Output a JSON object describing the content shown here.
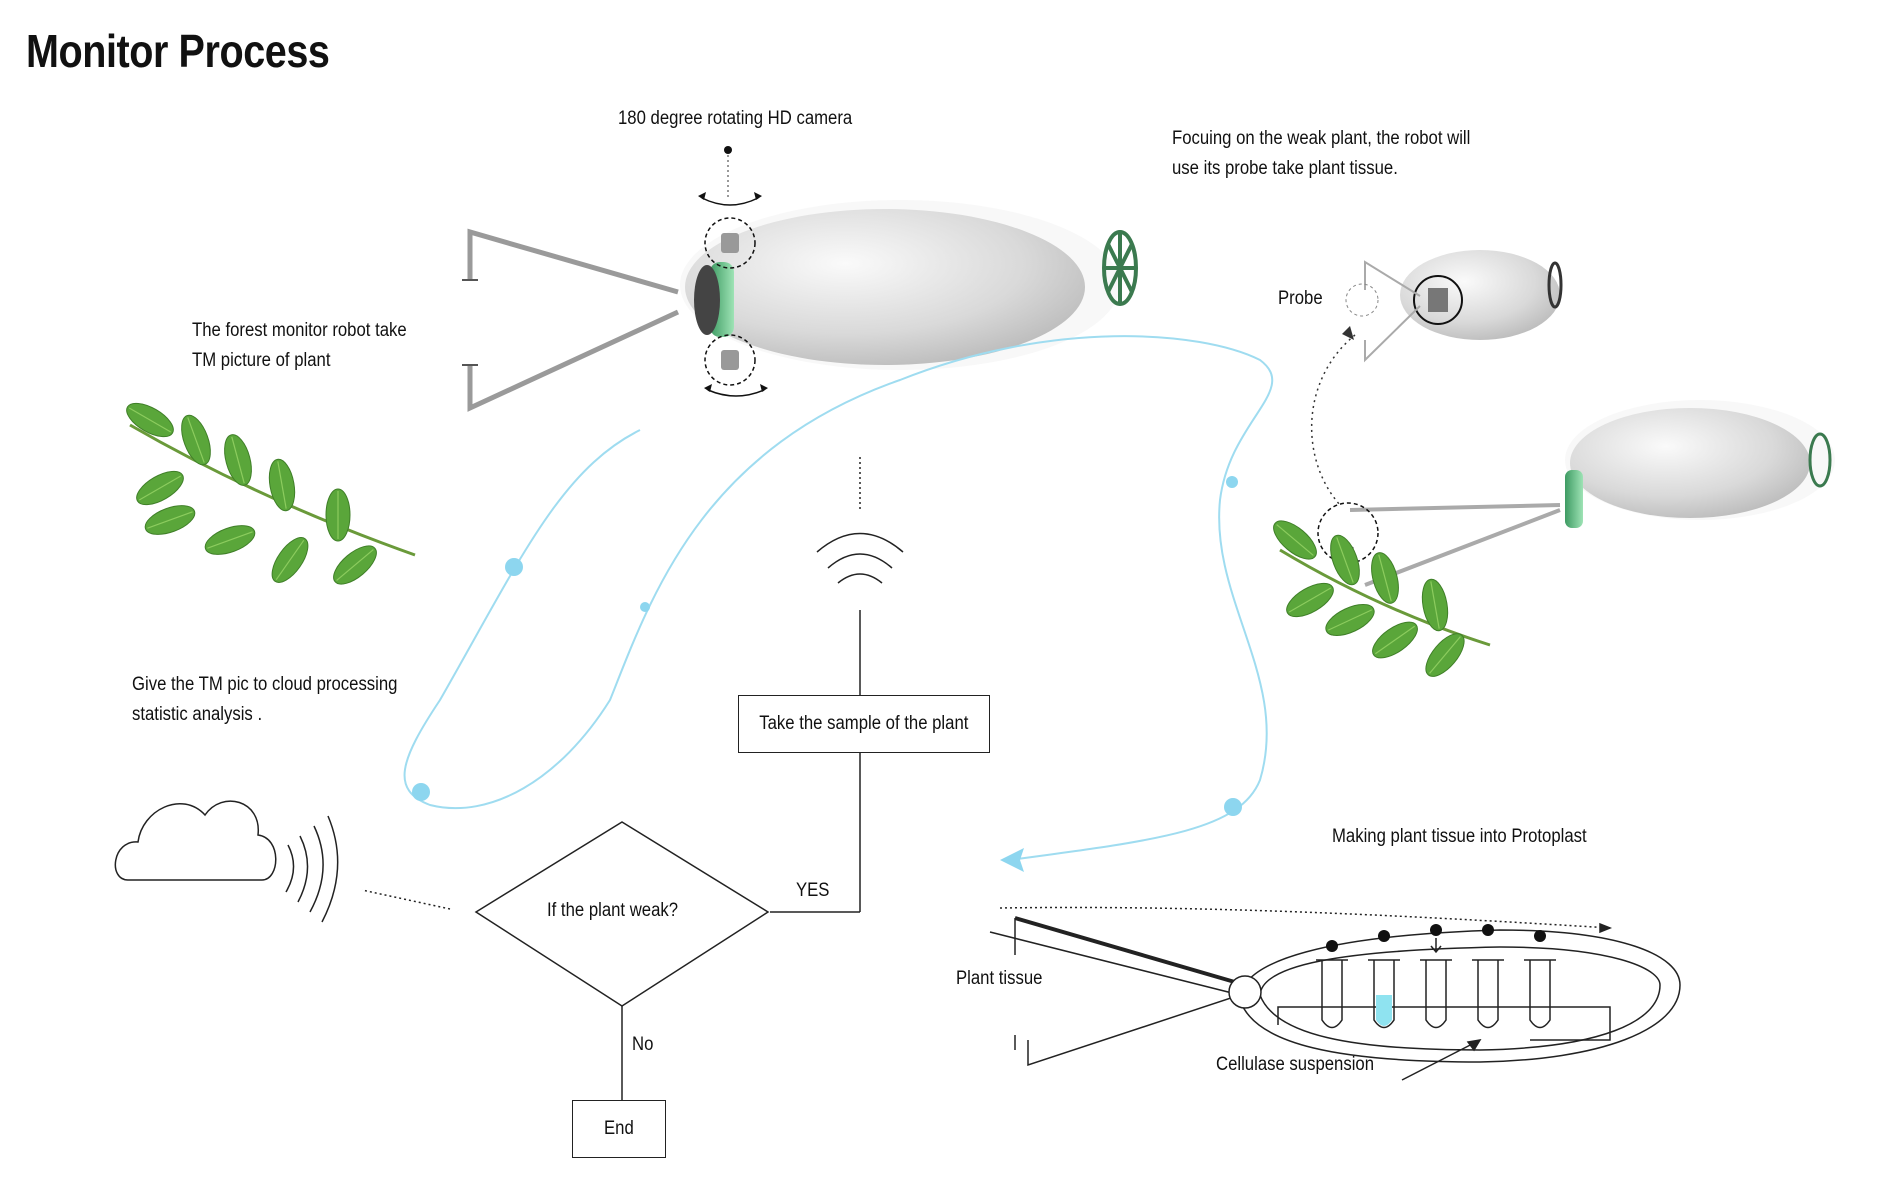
{
  "title": "Monitor Process",
  "labels": {
    "camera": "180 degree rotating HD camera",
    "focus_line1": "Focuing on the weak plant, the robot will",
    "focus_line2": "use its probe take plant tissue.",
    "probe": "Probe",
    "robot_line1": "The forest monitor robot take",
    "robot_line2": "TM picture of plant",
    "cloud_line1": "Give the TM pic to cloud processing",
    "cloud_line2": "statistic analysis .",
    "protoplast": "Making plant tissue into Protoplast",
    "plant_tissue": "Plant tissue",
    "cellulase": "Cellulase suspension"
  },
  "flow": {
    "take_sample": "Take the sample of the plant",
    "decision": "If the plant weak?",
    "yes": "YES",
    "no": "No",
    "end": "End"
  },
  "colors": {
    "flow_line": "#9fdcf0",
    "flow_dot": "#8dd6ef",
    "leaf": "#5aa63a",
    "ring": "#66c08a",
    "liquid": "#8fe3f0"
  }
}
